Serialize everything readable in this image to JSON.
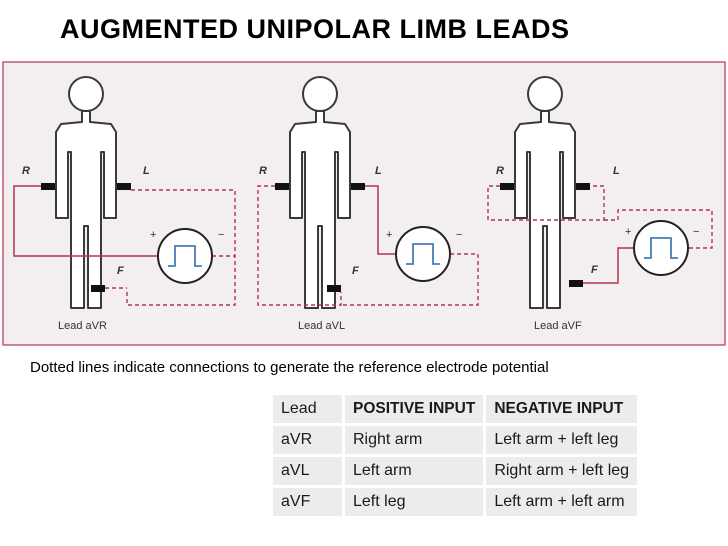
{
  "title": "AUGMENTED UNIPOLAR LIMB LEADS",
  "panels": [
    {
      "label_right": "R",
      "label_left": "L",
      "label_foot": "F",
      "plus": "+",
      "minus": "−",
      "lead_name": "Lead aVR"
    },
    {
      "label_right": "R",
      "label_left": "L",
      "label_foot": "F",
      "plus": "+",
      "minus": "−",
      "lead_name": "Lead aVL"
    },
    {
      "label_right": "R",
      "label_left": "L",
      "label_foot": "F",
      "plus": "+",
      "minus": "−",
      "lead_name": "Lead aVF"
    }
  ],
  "caption": "Dotted lines indicate connections to generate the reference electrode potential",
  "table": {
    "headers": [
      "Lead",
      "POSITIVE INPUT",
      "NEGATIVE INPUT"
    ],
    "rows": [
      [
        "aVR",
        "Right arm",
        "Left arm + left leg"
      ],
      [
        "aVL",
        "Left arm",
        "Right arm + left leg"
      ],
      [
        "aVF",
        "Left leg",
        "Left arm + left arm"
      ]
    ]
  },
  "colors": {
    "diagram_background": "#f3eef0",
    "wire": "#b5354c",
    "electrode": "#111111"
  }
}
